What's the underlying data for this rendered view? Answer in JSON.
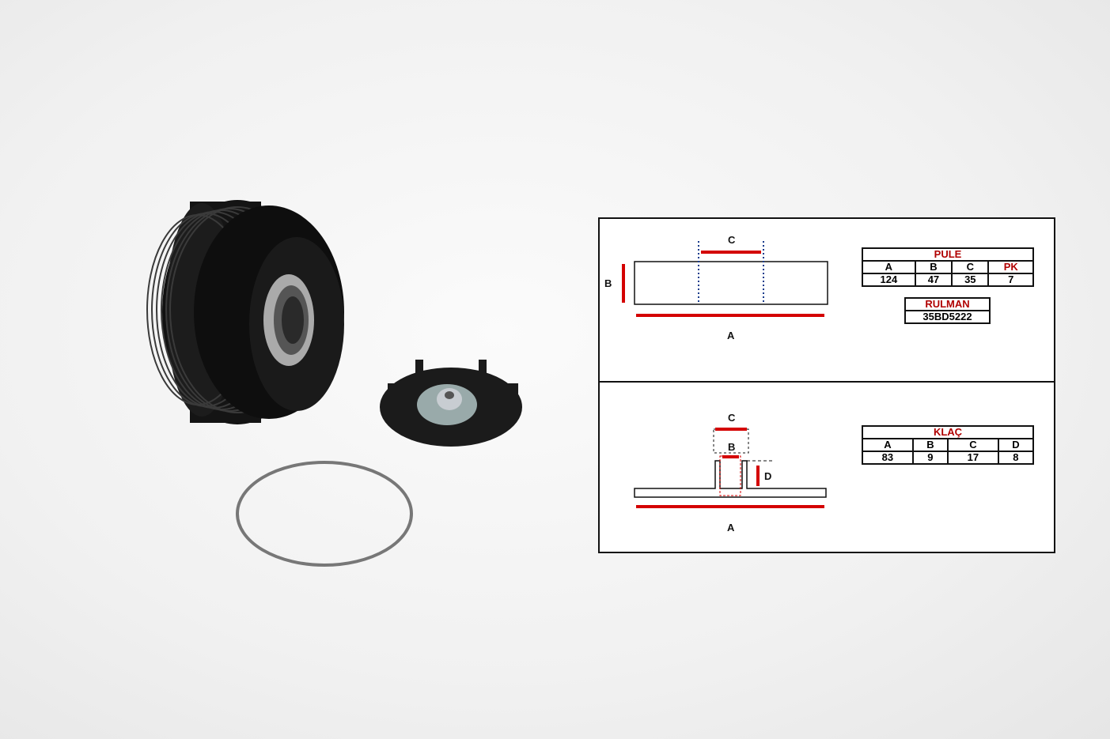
{
  "pulley_diagram": {
    "labels": {
      "a": "A",
      "b": "B",
      "c": "C"
    }
  },
  "clutch_diagram": {
    "labels": {
      "a": "A",
      "b": "B",
      "c": "C",
      "d": "D"
    }
  },
  "pule_table": {
    "title": "PULE",
    "headers": [
      "A",
      "B",
      "C",
      "PK"
    ],
    "values": [
      "124",
      "47",
      "35",
      "7"
    ]
  },
  "rulman_table": {
    "title": "RULMAN",
    "value": "35BD5222"
  },
  "klac_table": {
    "title": "KLAÇ",
    "headers": [
      "A",
      "B",
      "C",
      "D"
    ],
    "values": [
      "83",
      "9",
      "17",
      "8"
    ]
  },
  "colors": {
    "accent": "#b00000",
    "arrow": "#d40000",
    "dotted": "#1a3c8c"
  }
}
